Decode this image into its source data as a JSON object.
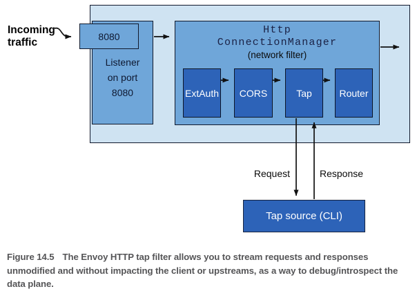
{
  "colors": {
    "container_fill": "#cfe3f2",
    "node_fill": "#6fa6d9",
    "filter_fill": "#2d63b8",
    "line_color": "#111111",
    "caption_color": "#555557",
    "dark_text": "#0e1830"
  },
  "diagram": {
    "incoming_label": "Incoming\ntraffic",
    "port_label": "8080",
    "listener_label": "Listener\non port\n8080",
    "hcm_title": "Http\nConnectionManager",
    "hcm_subtitle": "(network filter)",
    "filters": [
      {
        "label": "ExtAuth"
      },
      {
        "label": "CORS"
      },
      {
        "label": "Tap"
      },
      {
        "label": "Router"
      }
    ],
    "request_label": "Request",
    "response_label": "Response",
    "tap_source_label": "Tap source (CLI)"
  },
  "caption": {
    "figure_label": "Figure 14.5",
    "text": "The Envoy HTTP tap filter allows you to stream requests and responses unmodified and without impacting the client or upstreams, as a way to debug/introspect the data plane."
  }
}
